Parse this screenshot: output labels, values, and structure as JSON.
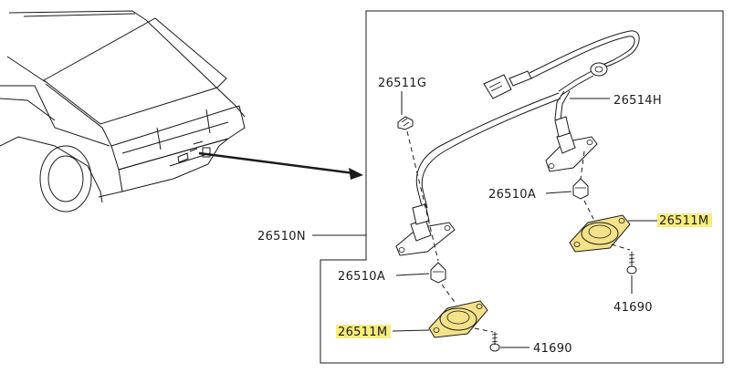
{
  "colors": {
    "highlight": "#f7ec7e",
    "highlight_part": "#f3e28a",
    "ink": "#1a1a1a"
  },
  "labels": {
    "grommet_top": "26511G",
    "harness": "26514H",
    "bulb_right": "26510A",
    "assembly": "26510N",
    "lens_right": "26511M",
    "bulb_left": "26510A",
    "screw_right": "41690",
    "lens_left": "26511M",
    "screw_left": "41690"
  }
}
